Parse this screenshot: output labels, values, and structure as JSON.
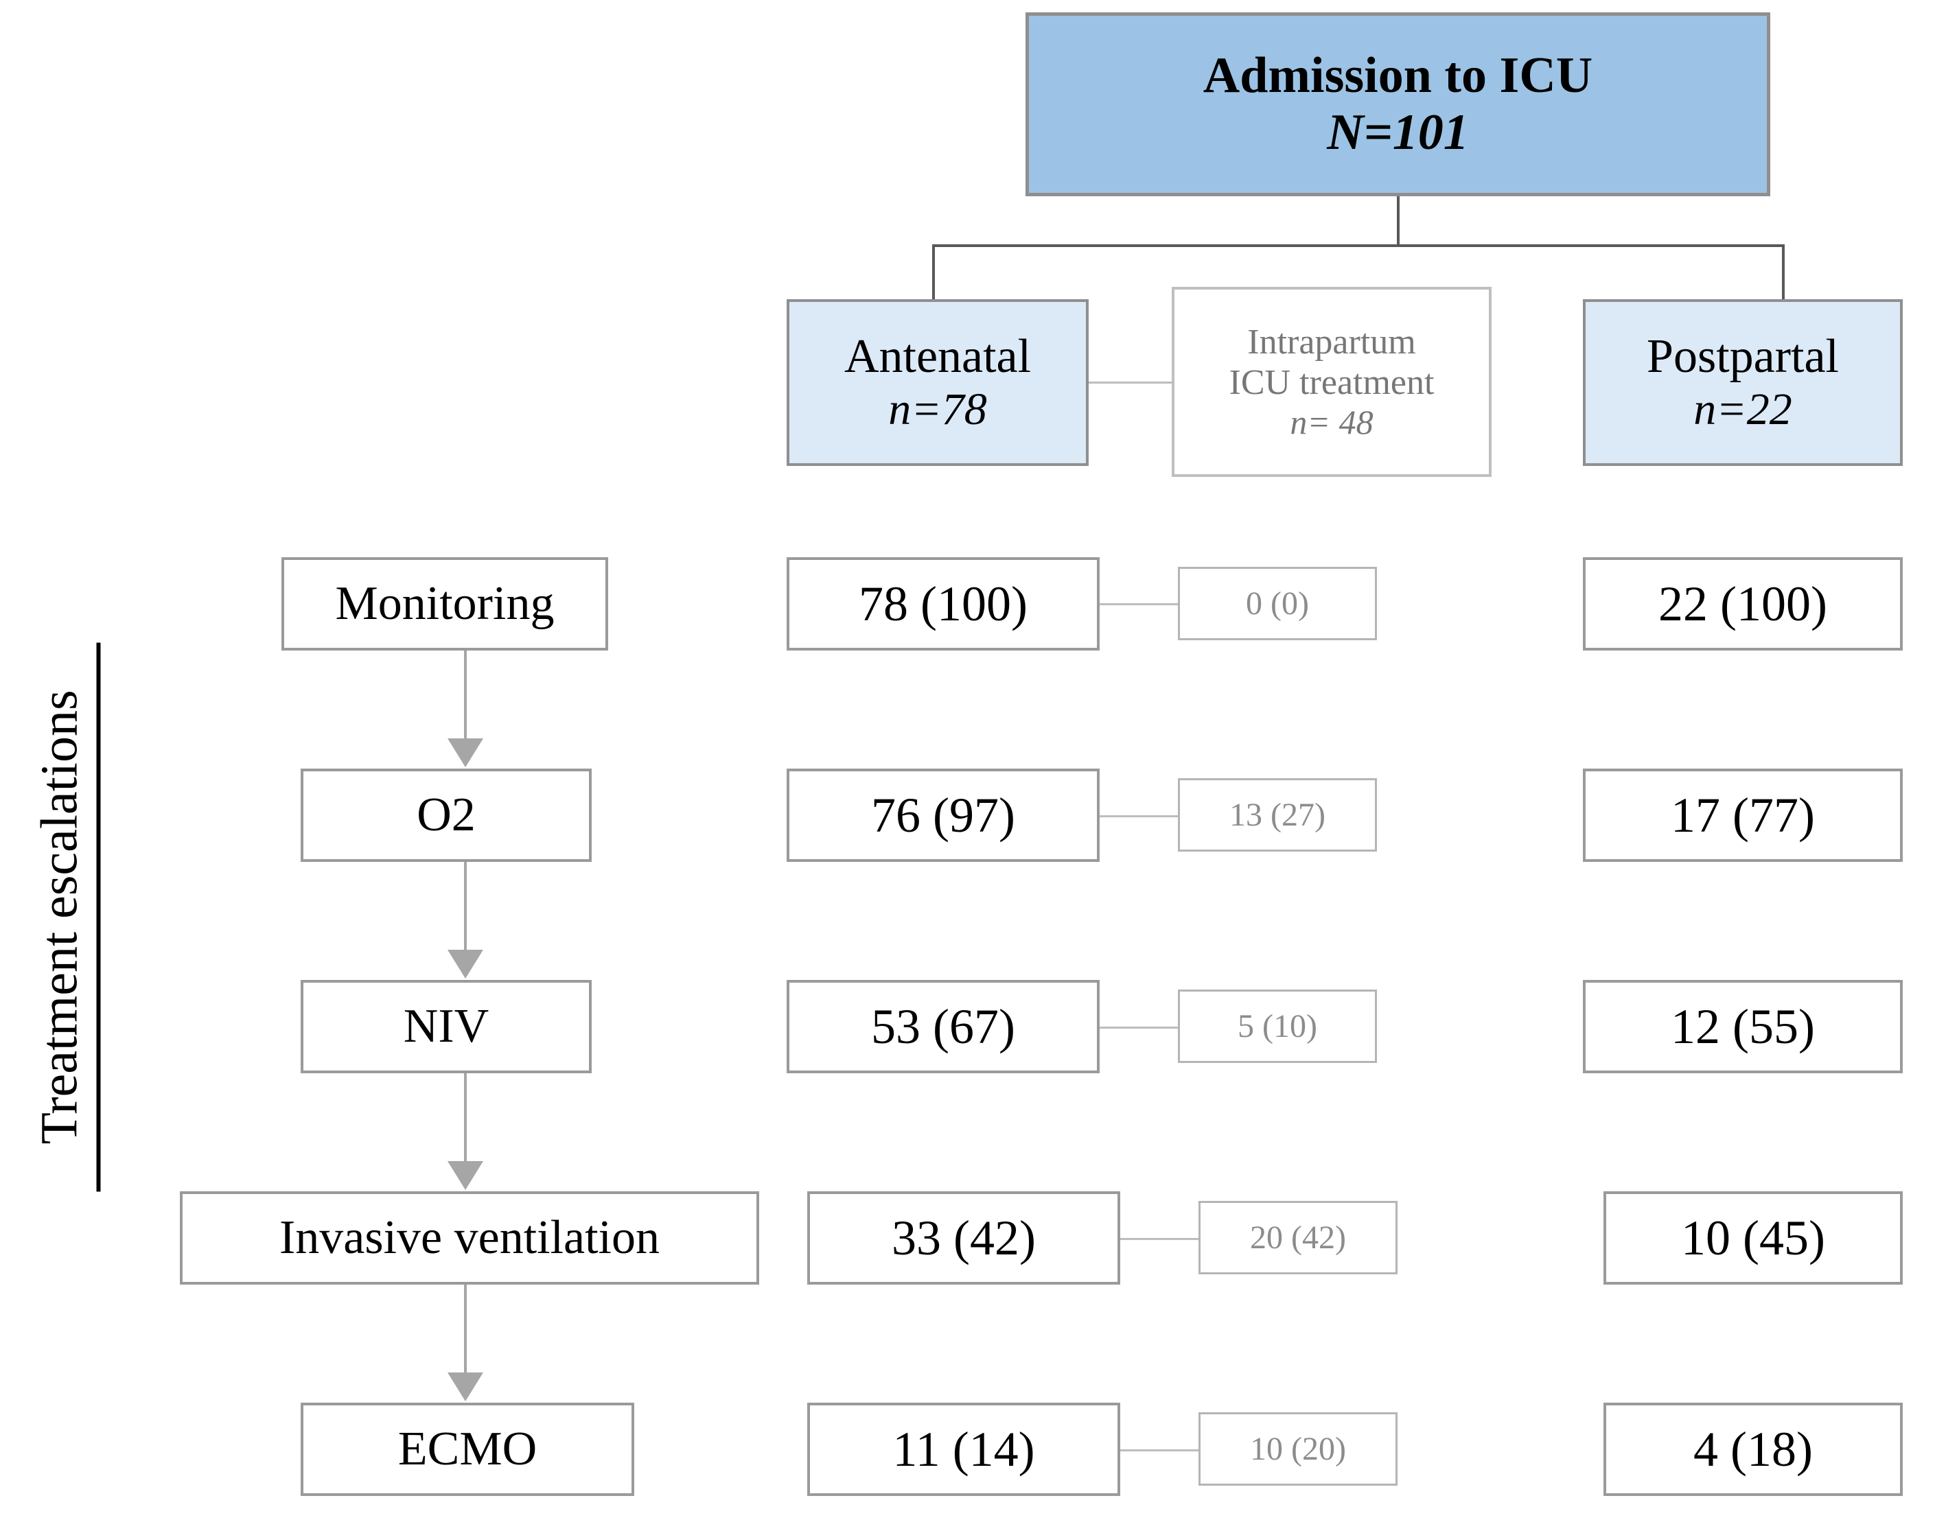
{
  "diagram": {
    "axis_label": "Treatment escalations",
    "root": {
      "title": "Admission to ICU",
      "count": "N=101"
    },
    "groups": [
      {
        "name": "Antenatal",
        "count": "n=78"
      },
      {
        "name": "Postpartal",
        "count": "n=22"
      }
    ],
    "intrapartum": {
      "line1": "Intrapartum",
      "line2": "ICU treatment",
      "line3": "n= 48"
    },
    "column_order": [
      "Antenatal",
      "Intrapartum",
      "Postpartal"
    ],
    "rows": [
      {
        "step": "Monitoring",
        "antenatal": "78 (100)",
        "intrapartum": "0 (0)",
        "postpartal": "22 (100)"
      },
      {
        "step": "O2",
        "antenatal": "76 (97)",
        "intrapartum": "13 (27)",
        "postpartal": "17 (77)"
      },
      {
        "step": "NIV",
        "antenatal": "53 (67)",
        "intrapartum": "5 (10)",
        "postpartal": "12 (55)"
      },
      {
        "step": "Invasive ventilation",
        "antenatal": "33 (42)",
        "intrapartum": "20 (42)",
        "postpartal": "10 (45)"
      },
      {
        "step": "ECMO",
        "antenatal": "11 (14)",
        "intrapartum": "10 (20)",
        "postpartal": "4 (18)"
      }
    ],
    "colors": {
      "root_fill": "#9cc3e5",
      "group_fill": "#dce9f7",
      "box_border": "#9a9a9a",
      "muted_text": "#8c8c8c",
      "muted_border": "#bfbfbf",
      "arrow": "#a6a6a6"
    }
  }
}
